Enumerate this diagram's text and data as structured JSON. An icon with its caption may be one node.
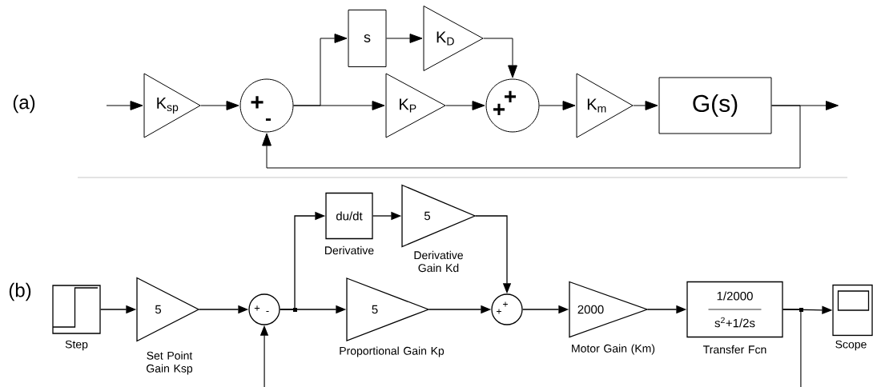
{
  "diagram": {
    "nodes": [
      {
        "text": [
          "K$_{sp}$"
        ]
      },
      {
        "text": [
          "+",
          "-"
        ]
      },
      {
        "text": [
          "s"
        ]
      },
      {
        "text": [
          "K$_{D}$"
        ]
      },
      {
        "text": [
          "K$_{P}$"
        ]
      },
      {
        "text": [
          "+",
          "+"
        ]
      },
      {
        "text": [
          "K$_{m}$"
        ]
      },
      {
        "text": [
          "G(s)"
        ]
      },
      {
        "text": [],
        "shape": "picture",
        "beside": [
          "Step"
        ]
      },
      {
        "text": [
          "5"
        ],
        "beside": [
          "Set Point Gain Ksp"
        ]
      },
      {
        "text": [
          "+",
          "-"
        ]
      },
      {
        "text": [
          "du/dt"
        ],
        "beside": [
          "Derivative"
        ]
      },
      {
        "text": [
          "5"
        ],
        "beside": [
          "Derivative Gain Kd"
        ]
      },
      {
        "text": [
          "5"
        ],
        "beside": [
          "Proportional Gain Kp"
        ]
      },
      {
        "text": [
          "+",
          "+"
        ]
      },
      {
        "text": [
          "2000"
        ],
        "beside": [
          "Motor Gain (Km)"
        ]
      },
      {
        "text": [
          "1/2000",
          "s$^{2}$+1/2s"
        ],
        "beside": [
          "Transfer Fcn"
        ]
      },
      {
        "text": [],
        "shape": "picture",
        "beside": [
          "Scope"
        ]
      }
    ],
    "edges": [
      {
        "from": null,
        "to": 0,
        "arrow": "to"
      },
      {
        "from": 0,
        "to": 1,
        "arrow": "to"
      },
      {
        "from": 1,
        "to": 2,
        "arrow": "to"
      },
      {
        "from": 1,
        "to": 4,
        "arrow": "to"
      },
      {
        "from": 2,
        "to": 3,
        "arrow": "to"
      },
      {
        "from": 3,
        "to": 5,
        "arrow": "to"
      },
      {
        "from": 4,
        "to": 5,
        "arrow": "to"
      },
      {
        "from": 5,
        "to": 6,
        "arrow": "to"
      },
      {
        "from": 6,
        "to": 7,
        "arrow": "to"
      },
      {
        "from": 7,
        "to": null,
        "arrow": "to"
      },
      {
        "from": 7,
        "to": 1,
        "arrow": "to"
      },
      {
        "from": 8,
        "to": 9,
        "arrow": "to"
      },
      {
        "from": 9,
        "to": 10,
        "arrow": "to"
      },
      {
        "from": 10,
        "to": 11,
        "arrow": "to"
      },
      {
        "from": 10,
        "to": 13,
        "arrow": "to"
      },
      {
        "from": 11,
        "to": 12,
        "arrow": "to"
      },
      {
        "from": 12,
        "to": 14,
        "arrow": "to"
      },
      {
        "from": 13,
        "to": 14,
        "arrow": "to"
      },
      {
        "from": 14,
        "to": 15,
        "arrow": "to"
      },
      {
        "from": 15,
        "to": 16,
        "arrow": "to"
      },
      {
        "from": 16,
        "to": 17,
        "arrow": "to"
      },
      {
        "from": 16,
        "to": null,
        "arrow": "none"
      },
      {
        "from": null,
        "to": 10,
        "arrow": "to"
      }
    ],
    "labels": [
      "(a)",
      "(b)"
    ]
  }
}
